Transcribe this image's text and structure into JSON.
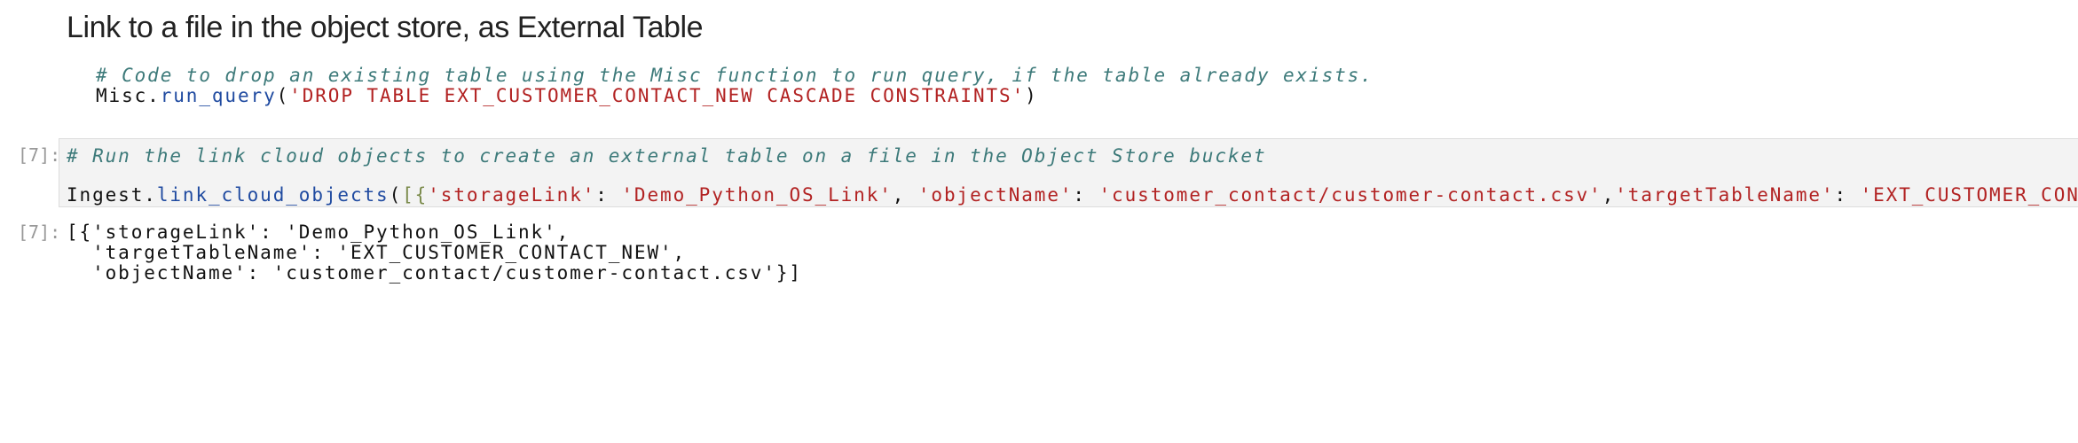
{
  "heading": "Link to a file in the object store, as External Table",
  "markdown_code": {
    "comment": "# Code to drop an existing table using the Misc function to run query, if the table already exists.",
    "obj": "Misc.",
    "fn": "run_query",
    "open": "(",
    "arg": "'DROP TABLE EXT_CUSTOMER_CONTACT_NEW CASCADE CONSTRAINTS'",
    "close": ")"
  },
  "cell": {
    "prompt": "[7]:",
    "comment": "# Run the link cloud objects to create an external table on a file in the Object Store bucket",
    "obj": "Ingest.",
    "fn": "link_cloud_objects",
    "open": "(",
    "brackets": "[{",
    "k1": "'storageLink'",
    "v1": "'Demo_Python_OS_Link'",
    "k2": "'objectName'",
    "v2": "'customer_contact/customer-contact.csv'",
    "k3": "'targetTableName'",
    "v3": "'EXT_CUSTOMER_CONTACT_NEW'"
  },
  "output": {
    "prompt": "[7]:",
    "lines": [
      "[{'storageLink': 'Demo_Python_OS_Link',",
      "  'targetTableName': 'EXT_CUSTOMER_CONTACT_NEW',",
      "  'objectName': 'customer_contact/customer-contact.csv'}]"
    ]
  }
}
